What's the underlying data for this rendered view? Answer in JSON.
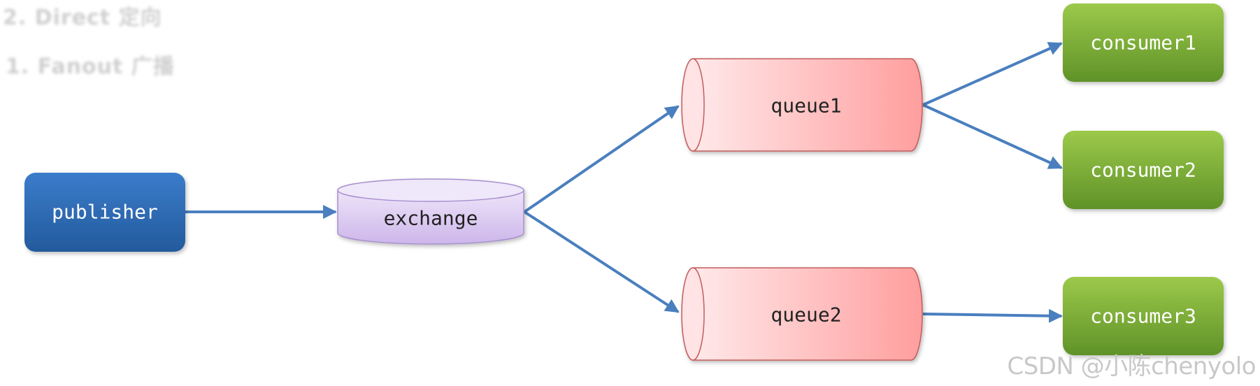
{
  "header": {
    "line1": "2. Direct 定向",
    "line2": "1. Fanout 广播"
  },
  "nodes": {
    "publisher": "publisher",
    "exchange": "exchange",
    "queue1": "queue1",
    "queue2": "queue2",
    "consumer1": "consumer1",
    "consumer2": "consumer2",
    "consumer3": "consumer3"
  },
  "watermark": "CSDN @小陈chenyolo",
  "colors": {
    "publisher": "#2f6db5",
    "exchange": "#d9c8ef",
    "queue": "#ffb0b0",
    "consumer": "#7fb23a",
    "arrow": "#4a7fbf"
  }
}
